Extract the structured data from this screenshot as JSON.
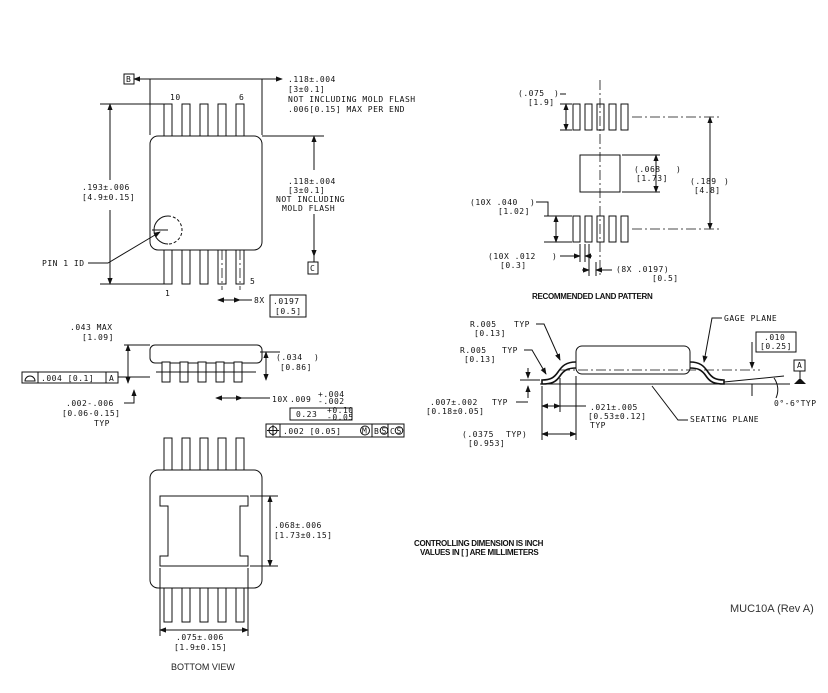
{
  "top_view": {
    "datum_b": "B",
    "datum_c": "C",
    "pin_10": "10",
    "pin_6": "6",
    "pin_1": "1",
    "pin_5": "5",
    "pin1_id": "PIN 1 ID",
    "width_dim": [
      ".118±.004",
      "[3±0.1]",
      "NOT INCLUDING MOLD FLASH",
      ".006[0.15] MAX PER END"
    ],
    "body_width_dim": [
      ".118±.004",
      "[3±0.1]",
      "NOT INCLUDING",
      "MOLD FLASH"
    ],
    "length_dim": [
      ".193±.006",
      "[4.9±0.15]"
    ],
    "pitch_dim": [
      "8X",
      ".0197",
      "[0.5]"
    ]
  },
  "side_view": {
    "height_dim": [
      ".043 MAX",
      "[1.09]"
    ],
    "standoff_dim": [
      ".002-.006",
      "[0.06-0.15]",
      "TYP"
    ],
    "lead_thk_dim": [
      "(.034",
      ")",
      "[0.86]"
    ],
    "flatness": {
      "value": ".004 [0.1]",
      "datum": "A"
    },
    "lead_width_dim": {
      "count": "10X",
      "nominal": ".009",
      "plus": "+.004",
      "minus": "-.002",
      "metric": "0.23",
      "metric_plus": "+0.10",
      "metric_minus": "-0.05"
    },
    "position_fcf": {
      "tol": ".002 [0.05]",
      "m": "M",
      "b": "B",
      "s1": "S",
      "c": "C",
      "s2": "S"
    }
  },
  "bottom_view": {
    "pad_width_dim": [
      ".068±.006",
      "[1.73±0.15]"
    ],
    "pad_length_dim": [
      ".075±.006",
      "[1.9±0.15]"
    ],
    "label": "BOTTOM VIEW"
  },
  "land_pattern": {
    "pad_len_dim": [
      "(.075",
      ")",
      "[1.9]"
    ],
    "center_pad_dim": [
      "(.068",
      ")",
      "[1.73]"
    ],
    "total_dim": [
      "(.189",
      ")",
      "[4.8]"
    ],
    "pad_width_dim": [
      "(10X .040",
      ")",
      "[1.02]"
    ],
    "pad_gap_dim": [
      "(10X .012",
      ")",
      "[0.3]"
    ],
    "pitch_dim": [
      "(8X .0197)",
      "[0.5]"
    ],
    "title": "RECOMMENDED LAND PATTERN"
  },
  "profile": {
    "radius1": [
      "R.005",
      "TYP",
      "[0.13]"
    ],
    "radius2": [
      "R.005",
      "TYP",
      "[0.13]"
    ],
    "gage_plane": "GAGE PLANE",
    "gage_dim": [
      ".010",
      "[0.25]"
    ],
    "datum_a": "A",
    "angle": "0°-6°TYP",
    "lead_thk": [
      ".007±.002",
      "TYP",
      "[0.18±0.05]"
    ],
    "foot_len": [
      ".021±.005",
      "[0.53±0.12]",
      "TYP"
    ],
    "foot_ref": [
      "(.0375",
      "TYP)",
      "[0.953]"
    ],
    "seating_plane": "SEATING PLANE"
  },
  "notes": {
    "line1": "CONTROLLING DIMENSION IS INCH",
    "line2": "VALUES IN [ ] ARE MILLIMETERS"
  },
  "revision": "MUC10A (Rev A)"
}
